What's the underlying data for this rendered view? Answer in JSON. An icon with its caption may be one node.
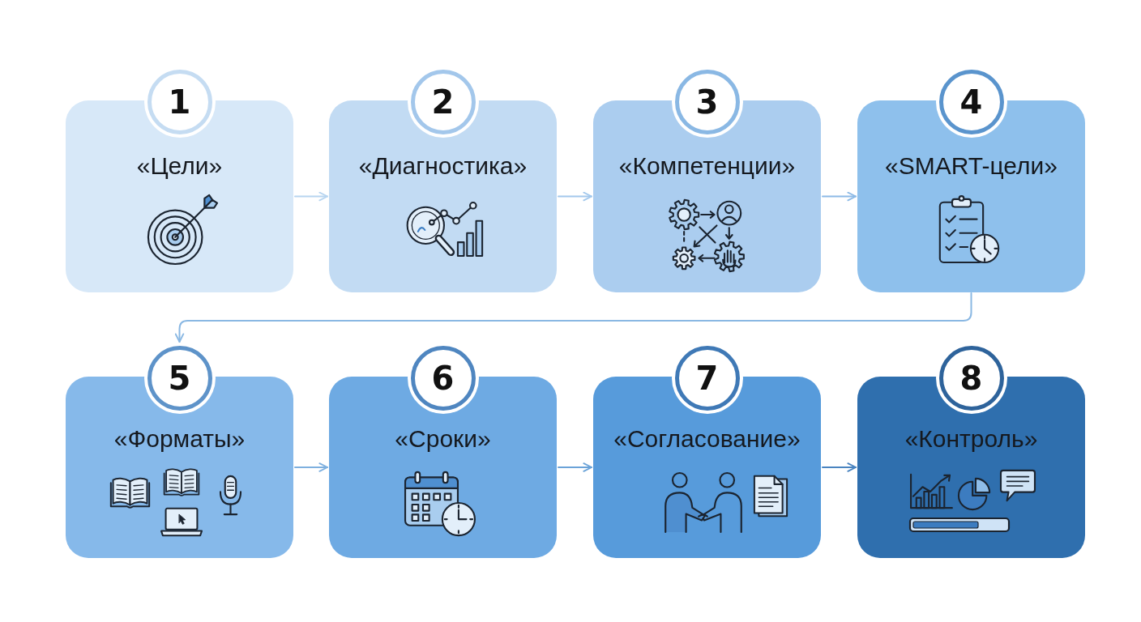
{
  "diagram": {
    "nodes": [
      {
        "text": [
          "1"
        ]
      },
      {
        "text": [
          "«Цели»"
        ]
      },
      {
        "text": [
          "2"
        ]
      },
      {
        "text": [
          "«Диагностика»"
        ]
      },
      {
        "text": [
          "3"
        ]
      },
      {
        "text": [
          "«Компетенции»"
        ]
      },
      {
        "text": [
          "4"
        ]
      },
      {
        "text": [
          "«SMART-цели»"
        ]
      },
      {
        "text": [
          "5"
        ]
      },
      {
        "text": [
          "«Форматы»"
        ]
      },
      {
        "text": [
          "6"
        ]
      },
      {
        "text": [
          "«Сроки»"
        ]
      },
      {
        "text": [
          "7"
        ]
      },
      {
        "text": [
          "«Согласование»"
        ]
      },
      {
        "text": [
          "8"
        ]
      },
      {
        "text": [
          "«Контроль»"
        ]
      }
    ],
    "edges": [
      {
        "from": 1,
        "to": 3,
        "arrow": "to",
        "color": "#b7d5f0"
      },
      {
        "from": 3,
        "to": 5,
        "arrow": "to",
        "color": "#a3c8ec"
      },
      {
        "from": 5,
        "to": 7,
        "arrow": "to",
        "color": "#8dbae6"
      },
      {
        "from": 7,
        "to": 8,
        "arrow": "to",
        "color": "#8ab8e3"
      },
      {
        "from": 9,
        "to": 11,
        "arrow": "to",
        "color": "#7eb0df"
      },
      {
        "from": 11,
        "to": 13,
        "arrow": "to",
        "color": "#6ba3d8"
      },
      {
        "from": 13,
        "to": 15,
        "arrow": "to",
        "color": "#4a84c0"
      }
    ]
  }
}
